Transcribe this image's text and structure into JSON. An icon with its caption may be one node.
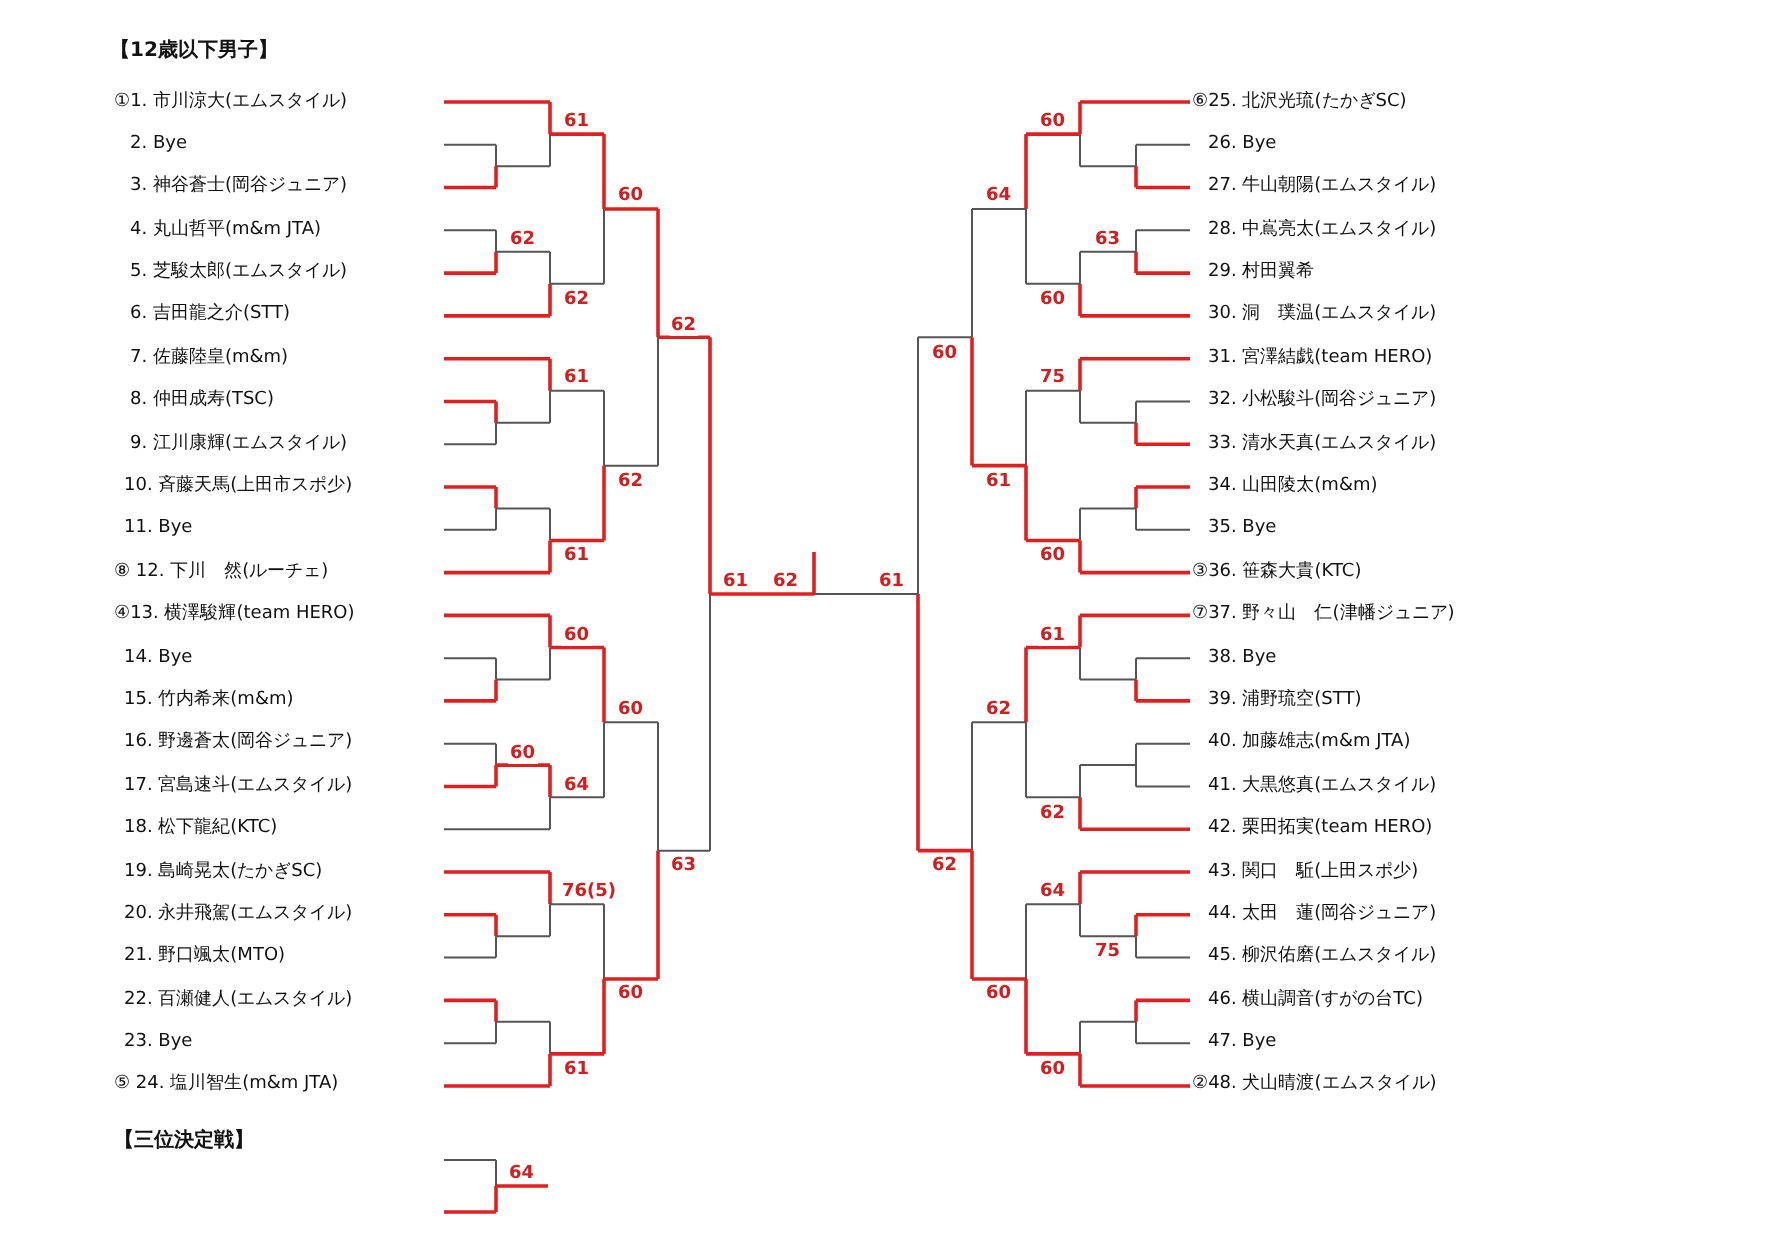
{
  "diagram": {
    "title": "【12歳以下男子】",
    "labels": [
      "①1. 市川涼大(エムスタイル)",
      "2. Bye",
      "3. 神谷蒼士(岡谷ジュニア)",
      "4. 丸山哲平(m&m JTA)",
      "5. 芝駿太郎(エムスタイル)",
      "6. 吉田龍之介(STT)",
      "7. 佐藤陸皇(m&m)",
      "8. 仲田成寿(TSC)",
      "9. 江川康輝(エムスタイル)",
      "10. 斉藤天馬(上田市スポ少)",
      "11. Bye",
      "⑧ 12. 下川　然(ルーチェ)",
      "④13. 横澤駿輝(team HERO)",
      "14. Bye",
      "15. 竹内希来(m&m)",
      "16. 野邊蒼太(岡谷ジュニア)",
      "17. 宮島速斗(エムスタイル)",
      "18. 松下龍紀(KTC)",
      "19. 島崎晃太(たかぎSC)",
      "20. 永井飛駕(エムスタイル)",
      "21. 野口颯太(MTO)",
      "22. 百瀬健人(エムスタイル)",
      "23. Bye",
      "⑤ 24. 塩川智生(m&m JTA)",
      "⑥25. 北沢光琉(たかぎSC)",
      "26. Bye",
      "27. 牛山朝陽(エムスタイル)",
      "28. 中嶌亮太(エムスタイル)",
      "29. 村田翼希",
      "30. 洞　璞温(エムスタイル)",
      "31. 宮澤結戯(team HERO)",
      "32. 小松駿斗(岡谷ジュニア)",
      "33. 清水天真(エムスタイル)",
      "34. 山田陵太(m&m)",
      "35. Bye",
      "③36. 笹森大貴(KTC)",
      "⑦37. 野々山　仁(津幡ジュニア)",
      "38. Bye",
      "39. 浦野琉空(STT)",
      "40. 加藤雄志(m&m JTA)",
      "41. 大黒悠真(エムスタイル)",
      "42. 栗田拓実(team HERO)",
      "43. 関口　駈(上田スポ少)",
      "44. 太田　蓮(岡谷ジュニア)",
      "45. 柳沢佑磨(エムスタイル)",
      "46. 横山調音(すがの台TC)",
      "47. Bye",
      "②48. 犬山晴渡(エムスタイル)",
      "61",
      "62",
      "62",
      "60",
      "61",
      "61",
      "62",
      "62",
      "60",
      "60",
      "64",
      "60",
      "76(5)",
      "61",
      "60",
      "63",
      "61",
      "60",
      "63",
      "60",
      "64",
      "75",
      "60",
      "61",
      "60",
      "61",
      "62",
      "62",
      "75",
      "64",
      "60",
      "60",
      "62",
      "61",
      "62",
      "【三位決定戦】",
      "64"
    ]
  }
}
